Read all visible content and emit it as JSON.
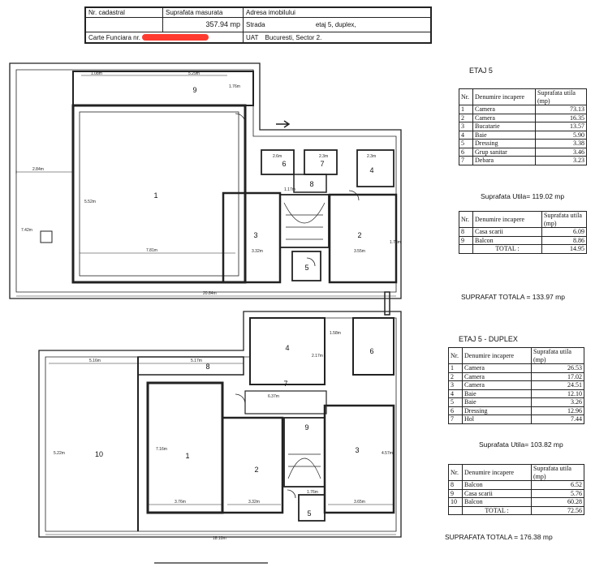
{
  "header": {
    "nr_cadastral_label": "Nr. cadastral",
    "suprafata_label": "Suprafata masurata",
    "adresa_label": "Adresa imobilului",
    "suprafata_value": "357.94 mp",
    "strada_label": "Strada",
    "etaj_value": "etaj 5, duplex,",
    "carte_funciara_label": "Carte Funciara nr.",
    "uat_label": "UAT",
    "uat_value": "Bucuresti, Sector 2."
  },
  "etaj5": {
    "title": "ETAJ 5",
    "col_nr": "Nr.",
    "col_name": "Denumire incapere",
    "col_area": "Suprafata utila (mp)",
    "rooms": [
      {
        "nr": "1",
        "name": "Camera",
        "area": "73.13"
      },
      {
        "nr": "2",
        "name": "Camera",
        "area": "16.35"
      },
      {
        "nr": "3",
        "name": "Bucatarie",
        "area": "13.57"
      },
      {
        "nr": "4",
        "name": "Baie",
        "area": "5.90"
      },
      {
        "nr": "5",
        "name": "Dressing",
        "area": "3.38"
      },
      {
        "nr": "6",
        "name": "Grup sanitar",
        "area": "3.46"
      },
      {
        "nr": "7",
        "name": "Debara",
        "area": "3.23"
      }
    ],
    "suprafata_utila": "Suprafata Utila= 119.02 mp",
    "extra_rooms": [
      {
        "nr": "8",
        "name": "Casa scarii",
        "area": "6.09"
      },
      {
        "nr": "9",
        "name": "Balcon",
        "area": "8.86"
      }
    ],
    "total_label": "TOTAL :",
    "total_value": "14.95",
    "suprafata_totala": "SUPRAFAT TOTALA = 133.97 mp"
  },
  "duplex": {
    "title": "ETAJ 5 - DUPLEX",
    "col_nr": "Nr.",
    "col_name": "Denumire incapere",
    "col_area": "Suprafata utila (mp)",
    "rooms": [
      {
        "nr": "1",
        "name": "Camera",
        "area": "26.53"
      },
      {
        "nr": "2",
        "name": "Camera",
        "area": "17.02"
      },
      {
        "nr": "3",
        "name": "Camera",
        "area": "24.51"
      },
      {
        "nr": "4",
        "name": "Baie",
        "area": "12.10"
      },
      {
        "nr": "5",
        "name": "Baie",
        "area": "3.26"
      },
      {
        "nr": "6",
        "name": "Dressing",
        "area": "12.96"
      },
      {
        "nr": "7",
        "name": "Hol",
        "area": "7.44"
      }
    ],
    "suprafata_utila": "Suprafata Utila= 103.82 mp",
    "extra_rooms": [
      {
        "nr": "8",
        "name": "Balcon",
        "area": "6.52"
      },
      {
        "nr": "9",
        "name": "Casa scarii",
        "area": "5.76"
      },
      {
        "nr": "10",
        "name": "Balcon",
        "area": "60.28"
      }
    ],
    "total_label": "TOTAL :",
    "total_value": "72.56",
    "suprafata_totala": "SUPRAFATA TOTALA = 176.38 mp"
  },
  "plan_top": {
    "room_labels": [
      "1",
      "2",
      "3",
      "4",
      "5",
      "6",
      "7",
      "8",
      "9"
    ],
    "dims": [
      "1.08m",
      "5.29m",
      "1.76m",
      "2.84m",
      "7.81m",
      "3.32m",
      "3.55m",
      "20.84m",
      "7.42m",
      "5.52m",
      "2.6m",
      "2.3m",
      "2.3m",
      "1.78m",
      "1.17m"
    ]
  },
  "plan_bottom": {
    "room_labels": [
      "1",
      "2",
      "3",
      "4",
      "5",
      "6",
      "7",
      "8",
      "9",
      "10"
    ],
    "dims": [
      "5.16m",
      "5.17m",
      "1.58m",
      "6.37m",
      "2.17m",
      "3.76m",
      "3.32m",
      "3.65m",
      "18.10m",
      "5.22m",
      "7.16m",
      "4.57m",
      "1.76m"
    ]
  }
}
